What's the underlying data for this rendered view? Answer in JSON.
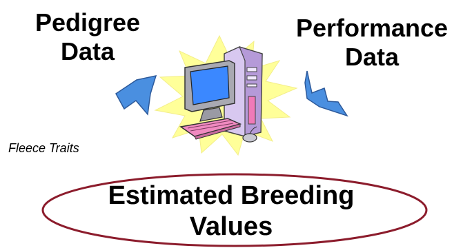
{
  "inputs": {
    "pedigree": {
      "line1": "Pedigree",
      "line2": "Data"
    },
    "performance": {
      "line1": "Performance",
      "line2": "Data"
    }
  },
  "caption": "Fleece Traits",
  "output": {
    "line1": "Estimated Breeding",
    "line2": "Values"
  },
  "icons": [
    "arrow-down-right-icon",
    "arrow-down-left-icon",
    "computer-icon"
  ],
  "colors": {
    "arrow": "#4a8fe0",
    "ellipse": "#8c1c2c",
    "burst": "#ffff99",
    "monitor_screen": "#3b88ff",
    "tower": "#d8c8f0"
  }
}
